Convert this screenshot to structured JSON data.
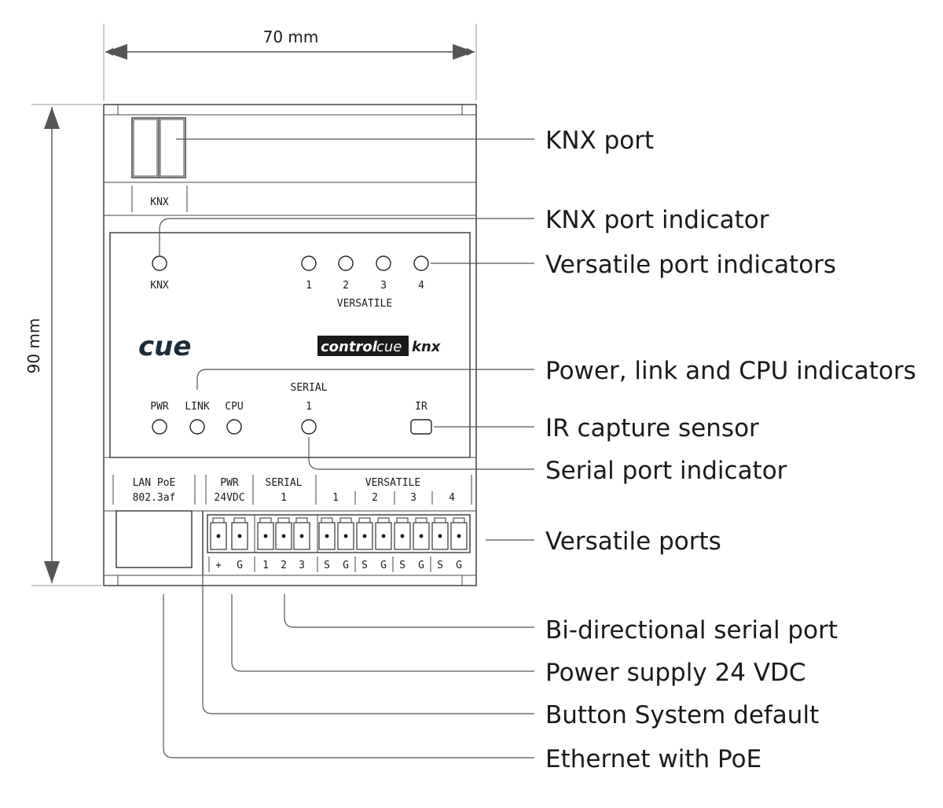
{
  "dimensions": {
    "width": "70 mm",
    "height": "90 mm"
  },
  "device": {
    "top_label": "KNX",
    "indicators_top": {
      "knx": "KNX",
      "versatile_numbers": [
        "1",
        "2",
        "3",
        "4"
      ],
      "versatile": "VERSATILE"
    },
    "logo": {
      "cue": "cue",
      "control": "control",
      "cue_small": "cue",
      "knx": "knx"
    },
    "indicators_bottom": {
      "pwr": "PWR",
      "link": "LINK",
      "cpu": "CPU",
      "serial": "SERIAL",
      "serial_number": "1",
      "ir": "IR"
    },
    "bottom_labels": {
      "lan_line1": "LAN PoE",
      "lan_line2": "802.3af",
      "pwr_line1": "PWR",
      "pwr_line2": "24VDC",
      "serial_line1": "SERIAL",
      "serial_line2": "1",
      "versatile": "VERSATILE",
      "versatile_numbers": [
        "1",
        "2",
        "3",
        "4"
      ]
    },
    "terminal_labels": [
      "+",
      "G",
      "1",
      "2",
      "3",
      "S",
      "G",
      "S",
      "G",
      "S",
      "G",
      "S",
      "G"
    ]
  },
  "callouts": [
    "KNX port",
    "KNX port indicator",
    "Versatile port indicators",
    "Power, link and CPU indicators",
    "IR capture sensor",
    "Serial port indicator",
    "Versatile ports",
    "Bi-directional serial port",
    "Power supply 24 VDC",
    "Button System default",
    "Ethernet with PoE"
  ]
}
